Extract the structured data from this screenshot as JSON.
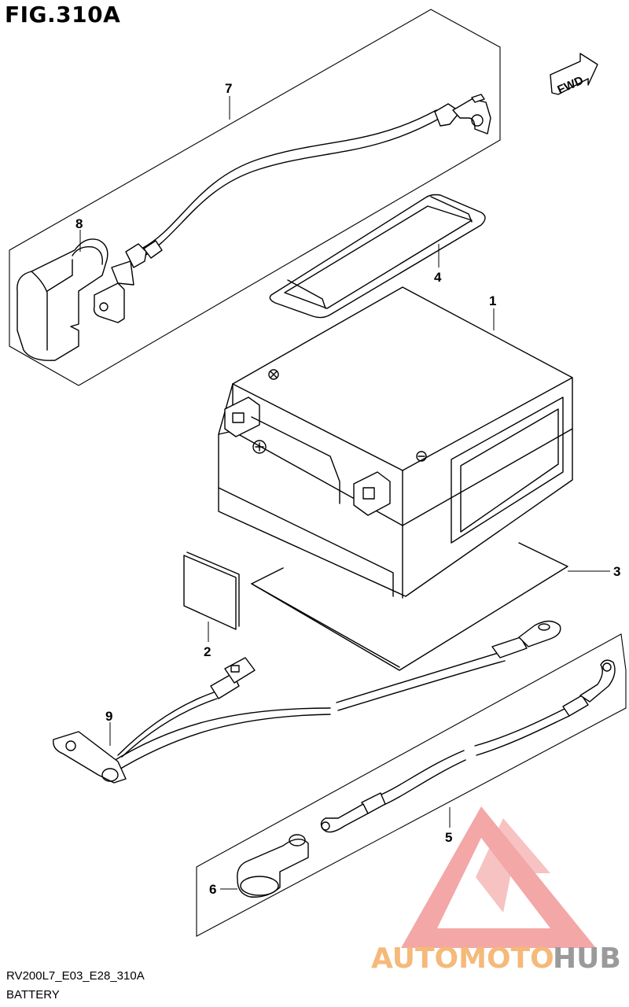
{
  "header": {
    "figure_title": "FIG.310A"
  },
  "fwd_label": "FWD",
  "callouts": [
    "1",
    "2",
    "3",
    "4",
    "5",
    "6",
    "7",
    "8",
    "9"
  ],
  "footer": {
    "code": "RV200L7_E03_E28_310A",
    "caption": "BATTERY"
  },
  "watermark": {
    "part1": "AUTOMOTO",
    "part2": "HUB",
    "color_orange": "#f5b97a",
    "color_gray": "#9a9a9a",
    "color_red": "#f08a8a"
  }
}
